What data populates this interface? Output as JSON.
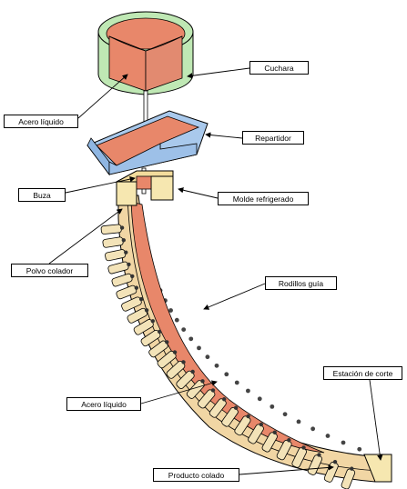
{
  "labels": {
    "cuchara": "Cuchara",
    "acero_liquido_top": "Acero líquido",
    "repartidor": "Repartidor",
    "buza": "Buza",
    "molde_refrigerado": "Molde refrigerado",
    "polvo_colador": "Polvo colador",
    "rodillos_guia": "Rodillos guía",
    "estacion_de_corte": "Estación de corte",
    "acero_liquido_bottom": "Acero líquido",
    "producto_colado": "Producto colado"
  },
  "colors": {
    "ladle_outer": "#bfe8b4",
    "ladle_inner": "#e8876a",
    "tundish_outer": "#a9c9ec",
    "tundish_inner": "#e8876a",
    "mold": "#f6e7b0",
    "strand": "#f1d6a4",
    "liquid_core": "#e8876a",
    "roller": "#f3e3b8"
  }
}
